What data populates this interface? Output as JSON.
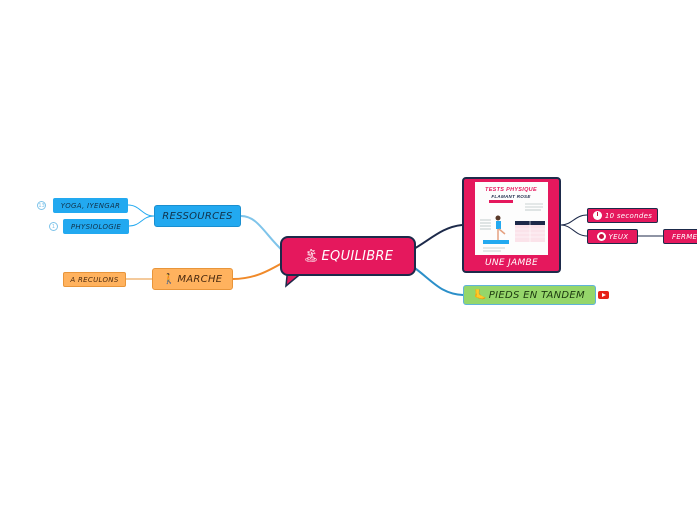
{
  "central": {
    "icon": "🏝",
    "label": "EQUILIBRE"
  },
  "ressources": {
    "label": "RESSOURCES",
    "items": [
      {
        "label": "YOGA, IYENGAR",
        "badge": "13"
      },
      {
        "label": "PHYSIOLOGIE",
        "badge": "1"
      }
    ]
  },
  "marche": {
    "icon": "🚶",
    "label": "MARCHE",
    "items": [
      {
        "label": "A RECULONS"
      }
    ]
  },
  "une_jambe": {
    "label": "UNE JAMBE",
    "image_title": "TESTS PHYSIQUE",
    "image_subtitle": "FLAMANT ROSE",
    "children": [
      {
        "icon": "clock-icon",
        "label": "10 secondes"
      },
      {
        "icon": "eye-icon",
        "label": "YEUX",
        "child": "FERMES"
      }
    ]
  },
  "tandem": {
    "icon": "🦶",
    "label": "PIEDS EN TANDEM",
    "attachment_icon": "youtube-icon"
  },
  "colors": {
    "central": "#e5185d",
    "ressources": "#22a9f0",
    "marche": "#ffb25e",
    "tandem": "#95d66a",
    "outline": "#1d2a4a"
  }
}
